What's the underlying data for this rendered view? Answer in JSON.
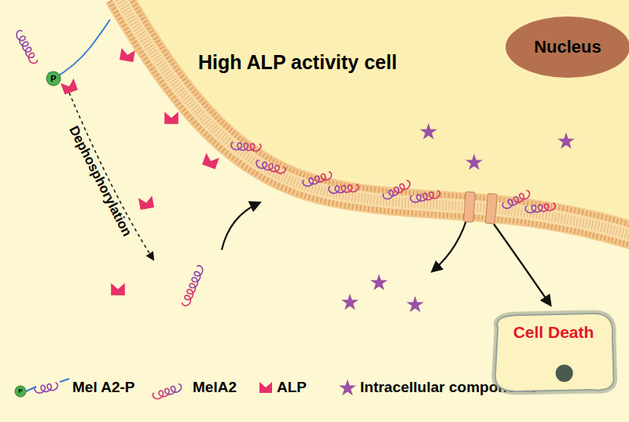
{
  "diagram": {
    "title": "High ALP activity cell",
    "nodes": [
      {
        "text": [
          "Nucleus"
        ]
      },
      {
        "text": [
          "Cell Death"
        ]
      }
    ],
    "labels": [
      "P",
      "Dephosphorylation",
      "P"
    ],
    "legend": [
      {
        "text": "Mel A2-P"
      },
      {
        "text": "MelA2"
      },
      {
        "text": "ALP"
      },
      {
        "text": "Intracellular components"
      }
    ]
  }
}
